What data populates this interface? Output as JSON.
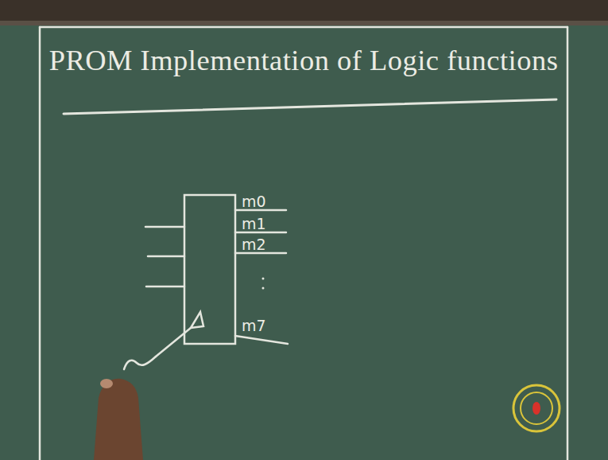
{
  "diagram": {
    "title": "PROM Implementation of Logic functions",
    "labels": [
      "m0",
      "m1",
      "m2",
      "m7"
    ]
  }
}
